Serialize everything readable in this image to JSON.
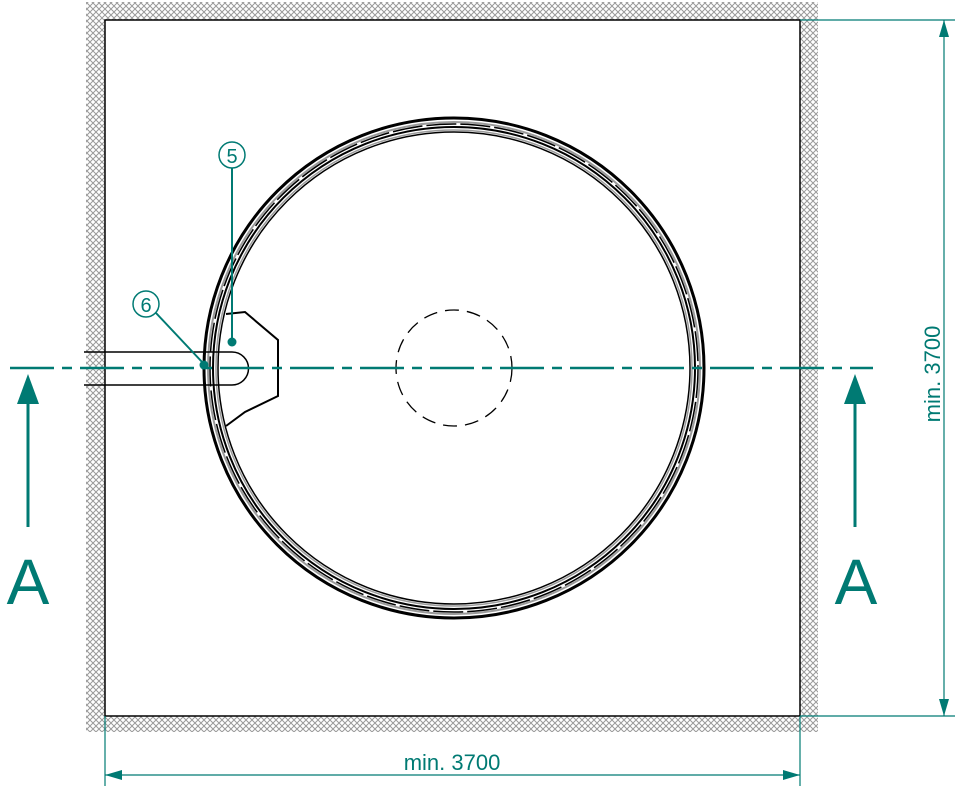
{
  "drawing": {
    "section_label_left": "A",
    "section_label_right": "A",
    "dim_width_label": "min. 3700",
    "dim_height_label": "min. 3700",
    "callouts": [
      {
        "number": "5"
      },
      {
        "number": "6"
      }
    ]
  },
  "colors": {
    "accent": "#007a73",
    "line": "#000000",
    "hatch": "#9a9a9a",
    "ring_inner": "#9a9a9a"
  }
}
